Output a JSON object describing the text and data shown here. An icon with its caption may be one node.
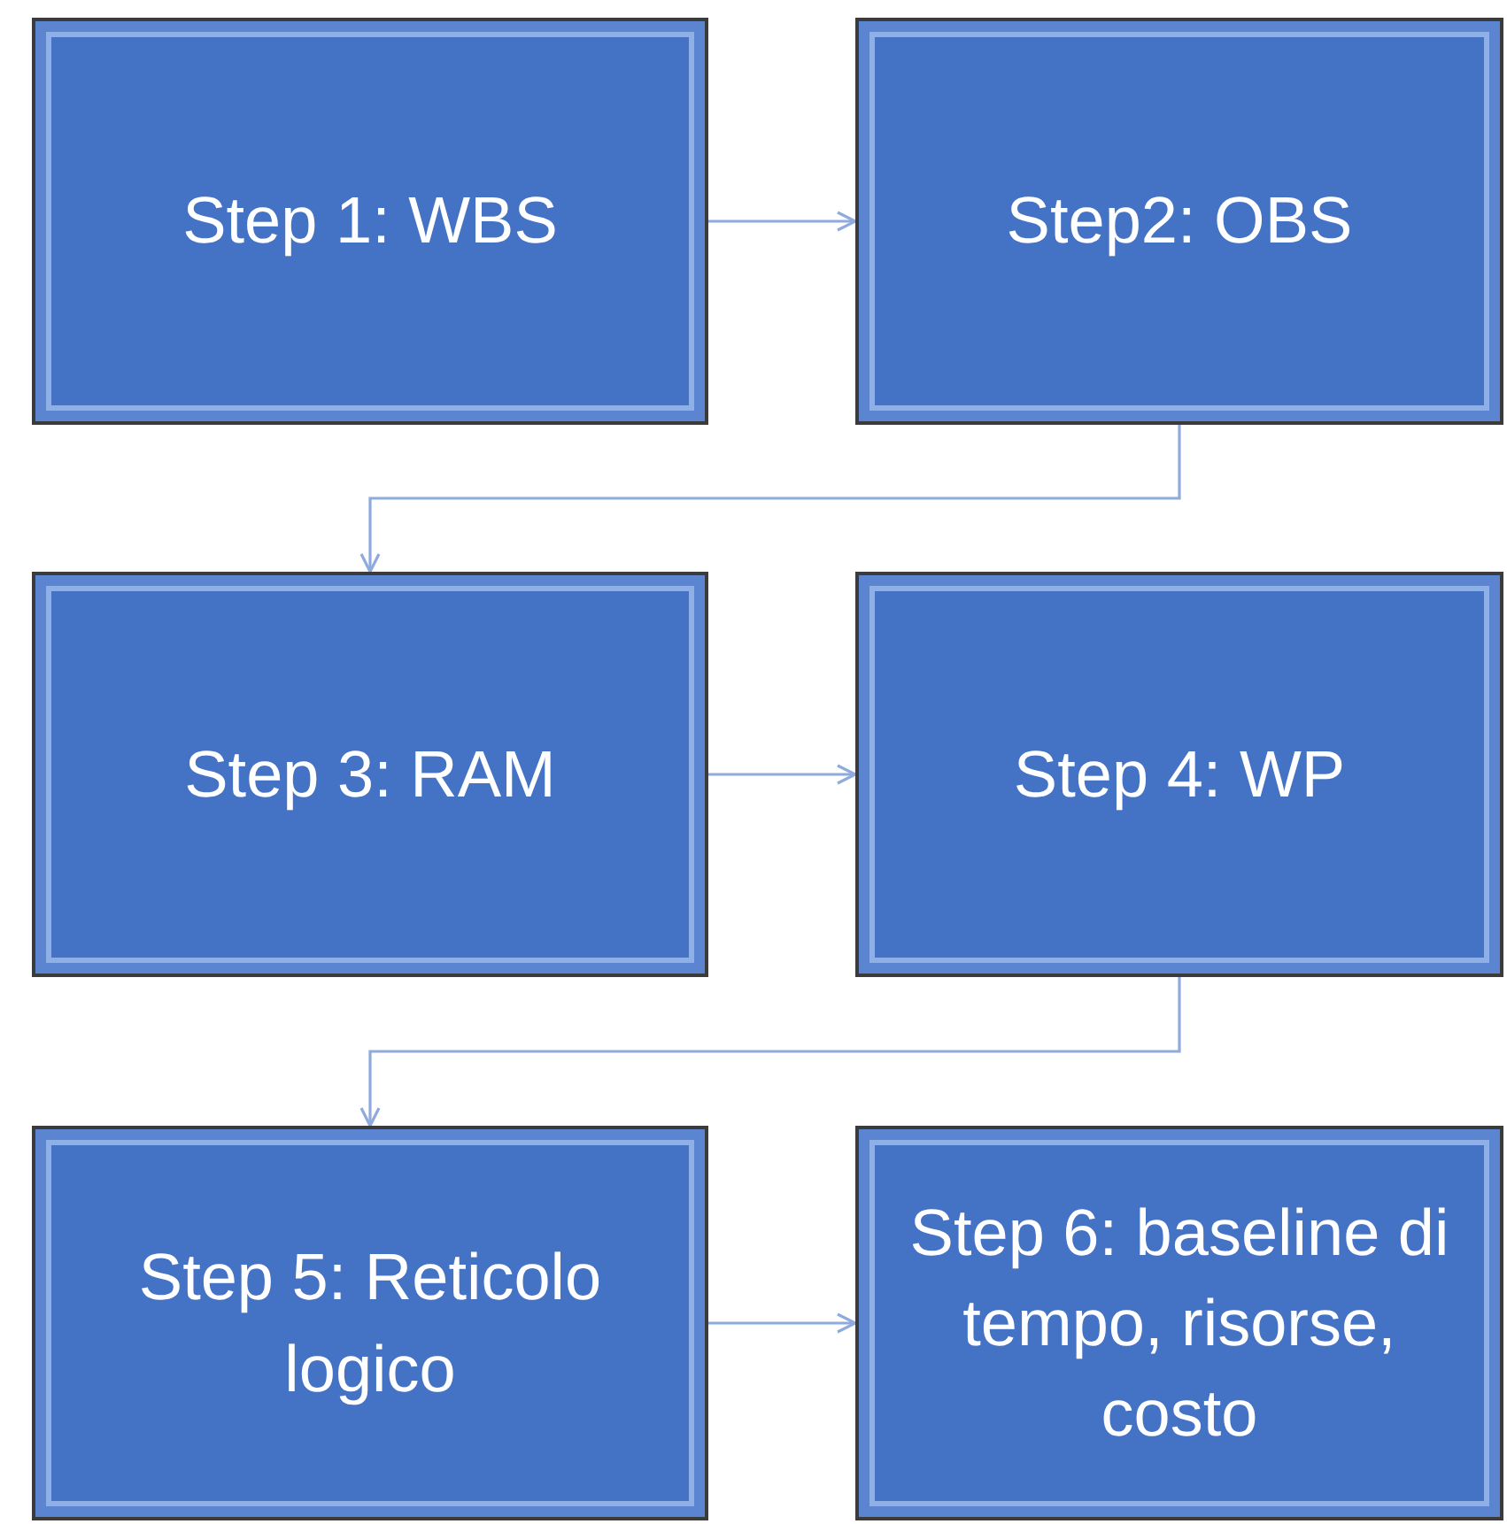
{
  "diagram": {
    "nodes": [
      {
        "text": [
          "Step 1: WBS"
        ]
      },
      {
        "text": [
          "Step2: OBS"
        ]
      },
      {
        "text": [
          "Step 3: RAM"
        ]
      },
      {
        "text": [
          "Step 4: WP"
        ]
      },
      {
        "text": [
          "Step 5: Reticolo logico"
        ]
      },
      {
        "text": [
          "Step 6: baseline di tempo, risorse, costo"
        ]
      }
    ],
    "edges": [
      {
        "from": 0,
        "to": 1,
        "arrow": "to"
      },
      {
        "from": 1,
        "to": 2,
        "arrow": "to"
      },
      {
        "from": 2,
        "to": 3,
        "arrow": "to"
      },
      {
        "from": 3,
        "to": 4,
        "arrow": "to"
      },
      {
        "from": 4,
        "to": 5,
        "arrow": "to"
      }
    ]
  }
}
